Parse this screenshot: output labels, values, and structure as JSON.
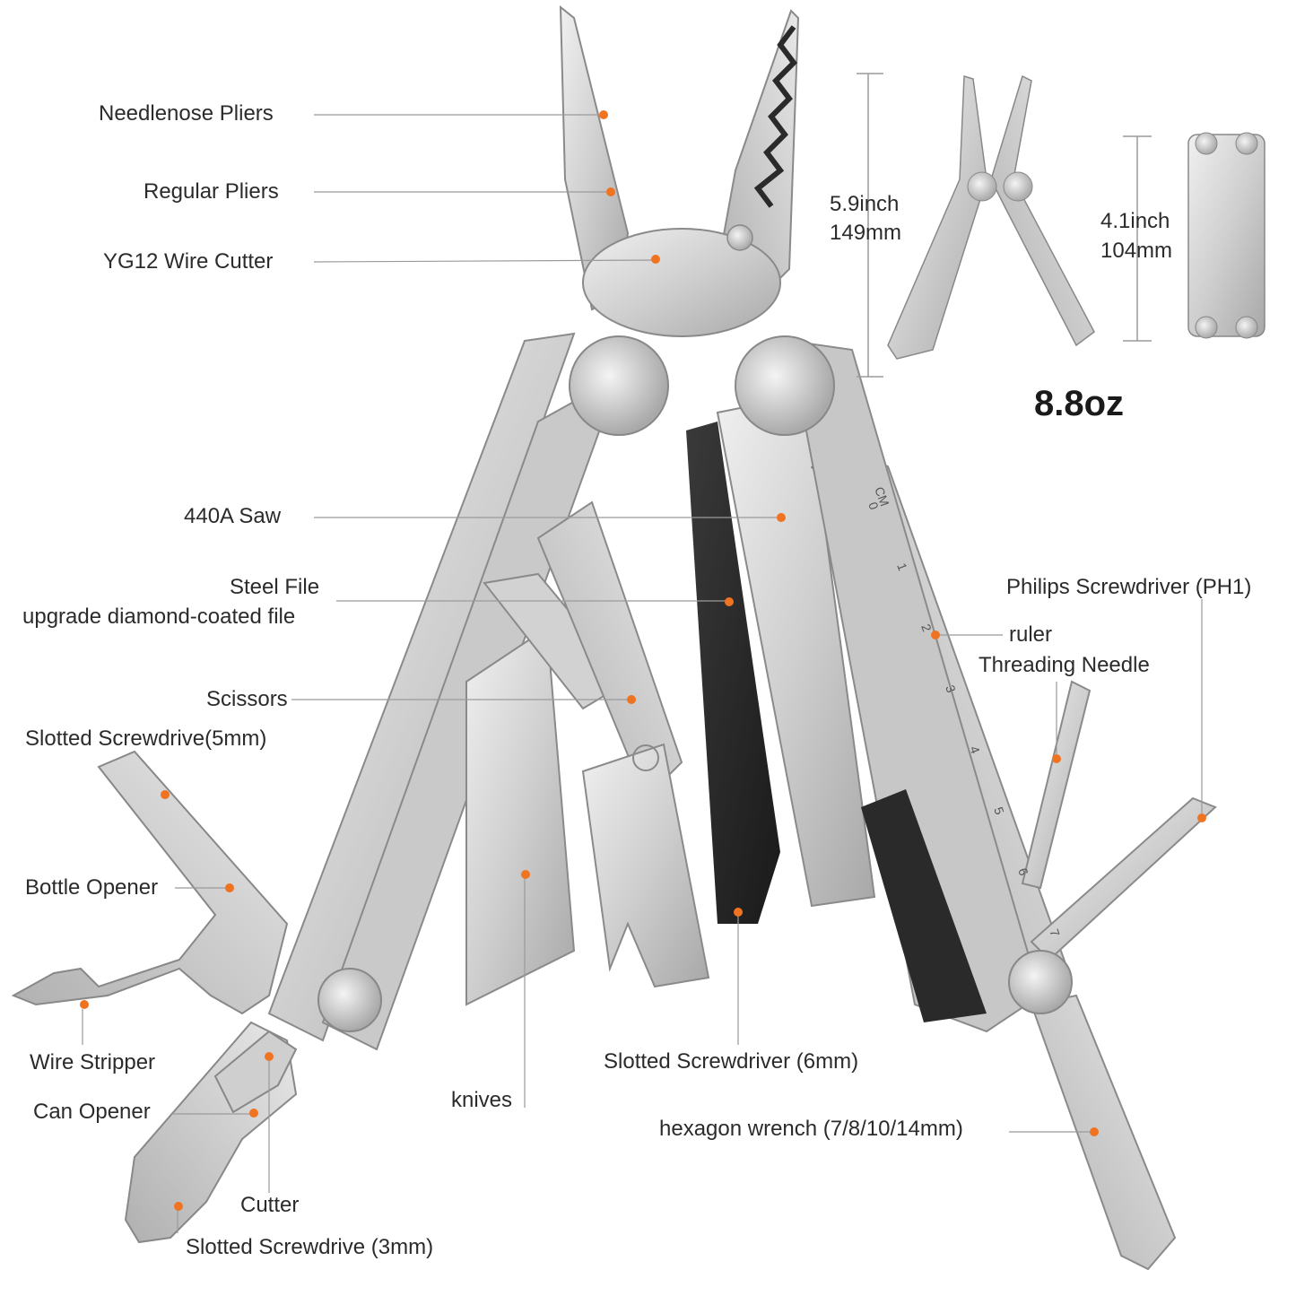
{
  "callouts": {
    "needlenose_pliers": "Needlenose Pliers",
    "regular_pliers": "Regular Pliers",
    "wire_cutter": "YG12 Wire Cutter",
    "saw": "440A Saw",
    "steel_file": "Steel File",
    "file_upgrade": "upgrade diamond-coated file",
    "scissors": "Scissors",
    "slotted_5mm": "Slotted Screwdrive(5mm)",
    "bottle_opener": "Bottle Opener",
    "wire_stripper": "Wire Stripper",
    "can_opener": "Can Opener",
    "cutter": "Cutter",
    "slotted_3mm": "Slotted Screwdrive (3mm)",
    "knives": "knives",
    "slotted_6mm": "Slotted Screwdriver (6mm)",
    "hex_wrench": "hexagon wrench (7/8/10/14mm)",
    "philips": "Philips Screwdriver (PH1)",
    "ruler": "ruler",
    "threading_needle": "Threading Needle"
  },
  "dimensions": {
    "open_inch": "5.9inch",
    "open_mm": "149mm",
    "closed_inch": "4.1inch",
    "closed_mm": "104mm",
    "weight": "8.8oz"
  },
  "ruler_marks": [
    "CM",
    "0",
    "1",
    "2",
    "3",
    "4",
    "5",
    "6",
    "7"
  ],
  "colors": {
    "callout_dot": "#f07322",
    "leader_line": "#9a9a9a",
    "steel_light": "#dcdcdc",
    "steel_mid": "#b9b9b9",
    "steel_dark": "#8e8e8e",
    "file_dark": "#2a2a2a"
  }
}
